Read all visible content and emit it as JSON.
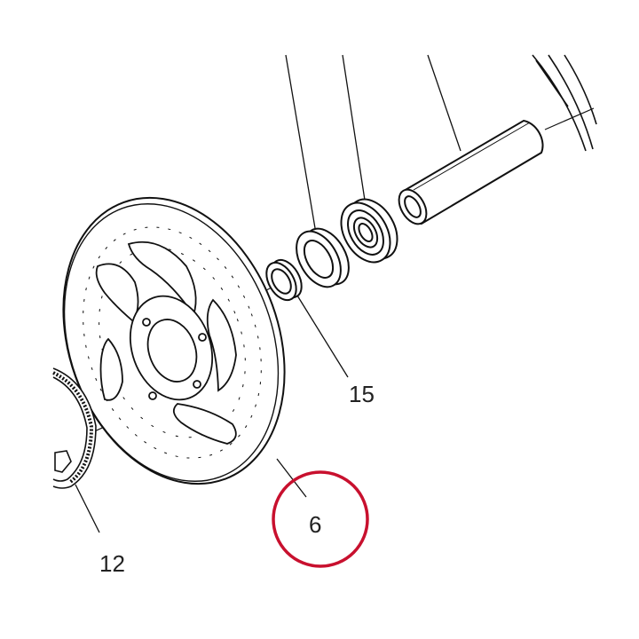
{
  "callouts": {
    "part_15": "15",
    "part_6": "6",
    "part_12": "12"
  },
  "highlight": {
    "target": "6",
    "color": "#c8102e"
  },
  "colors": {
    "line": "#111111",
    "background": "#ffffff"
  }
}
